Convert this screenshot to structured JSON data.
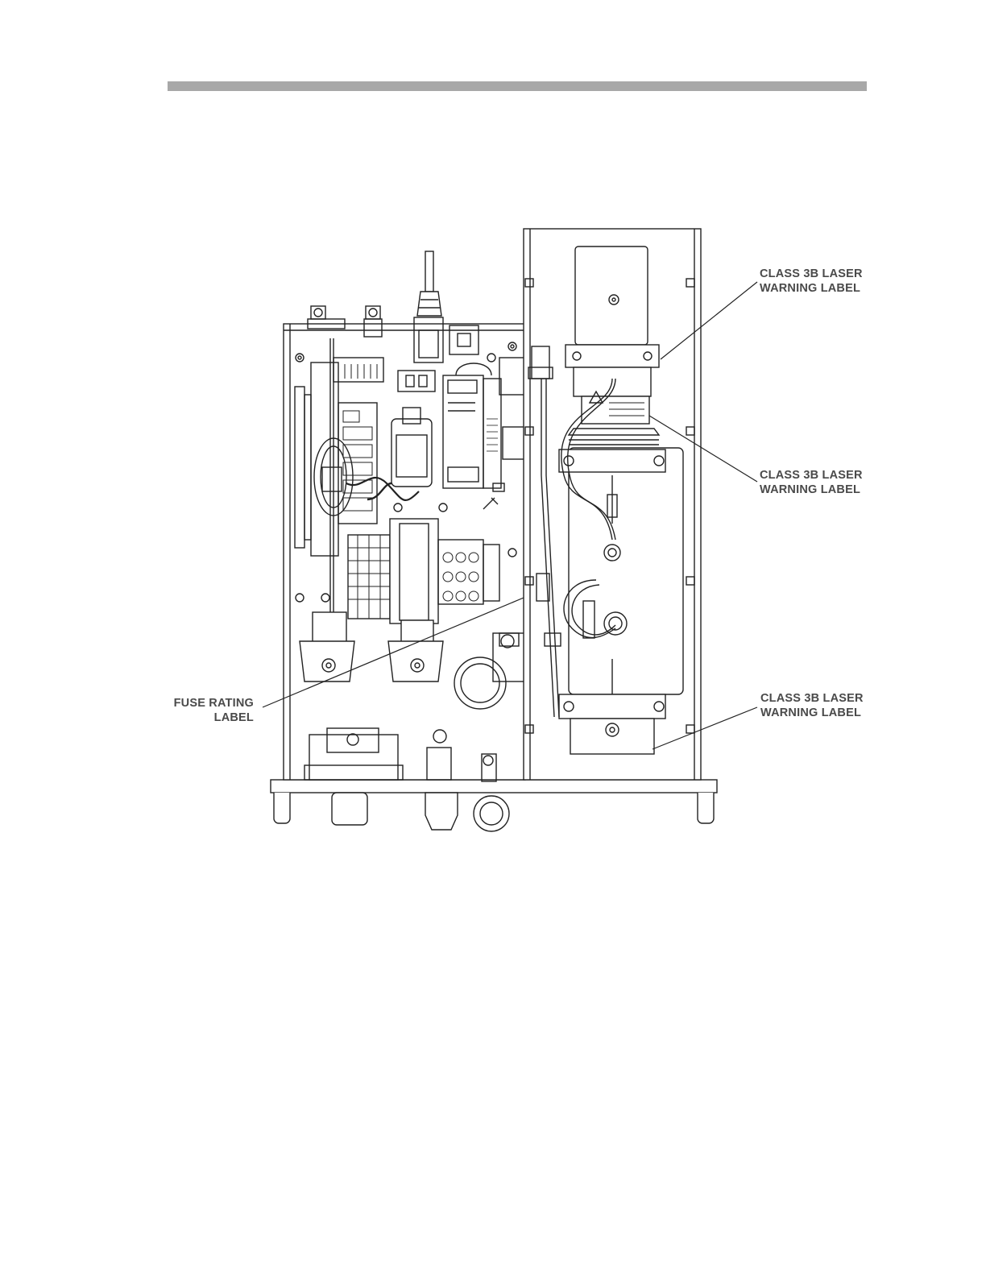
{
  "header": {
    "rule_color": "#a8a8a8"
  },
  "diagram": {
    "line_color": "#222222",
    "callouts": {
      "laser_label_top": {
        "line1": "CLASS 3B LASER",
        "line2": "WARNING LABEL"
      },
      "laser_label_middle": {
        "line1": "CLASS 3B LASER",
        "line2": "WARNING LABEL"
      },
      "laser_label_bottom": {
        "line1": "CLASS 3B LASER",
        "line2": "WARNING LABEL"
      },
      "fuse_rating_label": {
        "line1": "FUSE RATING",
        "line2": "LABEL"
      }
    }
  }
}
